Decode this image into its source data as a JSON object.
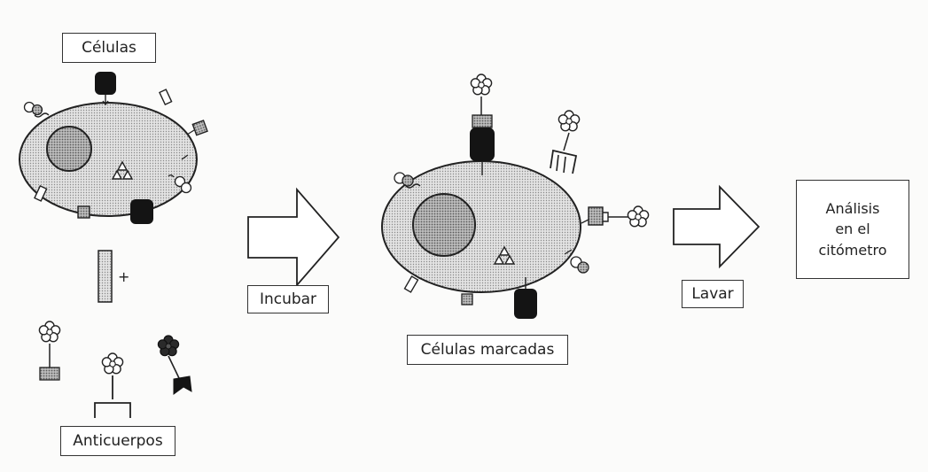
{
  "labels": {
    "cells": "Células",
    "antibodies": "Anticuerpos",
    "incubate": "Incubar",
    "labeled_cells": "Células marcadas",
    "wash": "Lavar",
    "analysis_line1": "Análisis",
    "analysis_line2": "en el",
    "analysis_line3": "citómetro",
    "plus": "+"
  },
  "colors": {
    "cell_fill": "#d6d6d6",
    "nucleus_fill": "#bfbfbf",
    "ink": "#1a1a1a",
    "receptor_dark": "#141414"
  }
}
